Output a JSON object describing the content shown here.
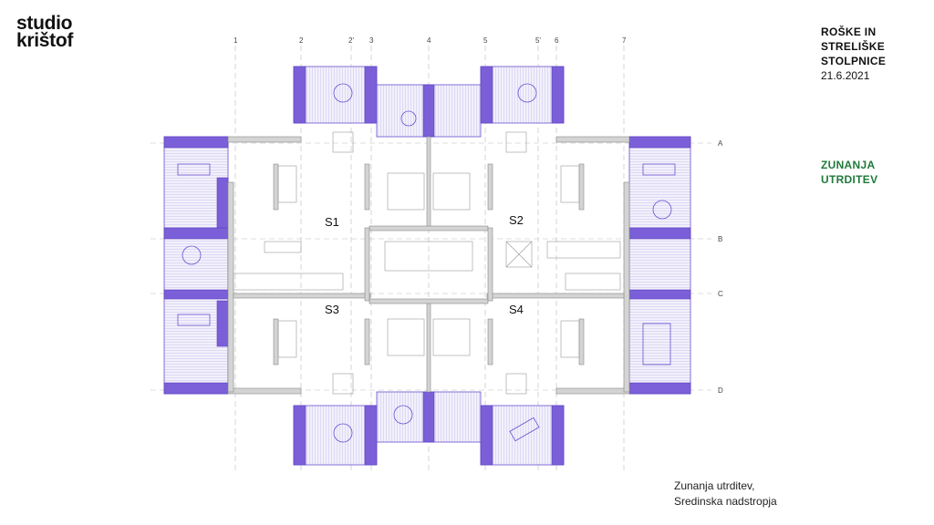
{
  "logo": {
    "line1": "studio",
    "line2": "krištof"
  },
  "project": {
    "line1": "ROŠKE IN",
    "line2": "STRELIŠKE",
    "line3": "STOLPNICE",
    "date": "21.6.2021"
  },
  "section_title": {
    "line1": "ZUNANJA",
    "line2": "UTRDITEV"
  },
  "caption": {
    "line1": "Zunanja  utrditev,",
    "line2": "Sredinska  nadstropja"
  },
  "plan": {
    "grid_columns": [
      "1",
      "2",
      "2'",
      "3",
      "4",
      "5",
      "5'",
      "6",
      "7"
    ],
    "grid_rows": [
      "A",
      "B",
      "C",
      "D"
    ],
    "units": [
      "S1",
      "S2",
      "S3",
      "S4"
    ]
  },
  "colors": {
    "accent": "#6a4fd0",
    "wall": "#cfcfcf",
    "title_green": "#1f7a3a"
  }
}
